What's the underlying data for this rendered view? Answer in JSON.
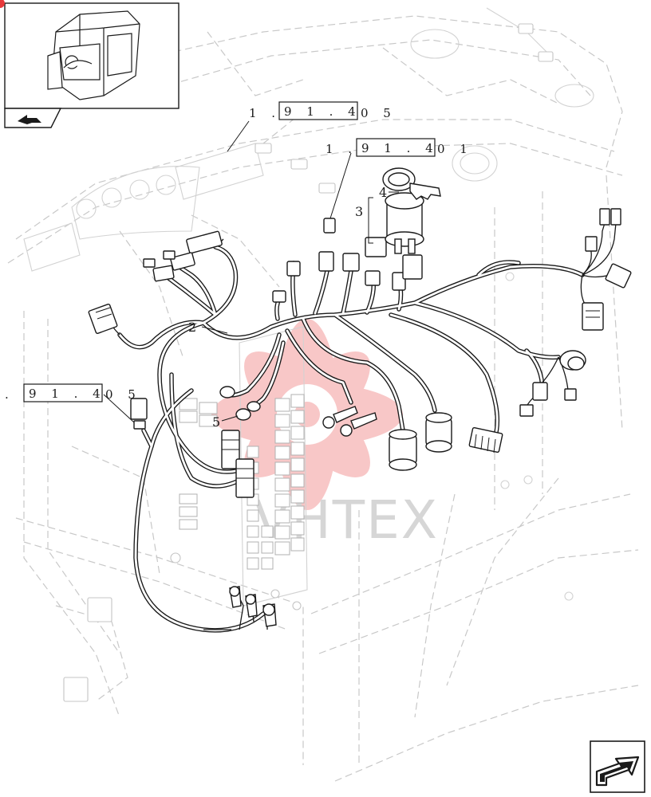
{
  "references": [
    {
      "id": "ref-1",
      "prefix": "1 .",
      "boxed": "9 1 . 4",
      "suffix": "0 5"
    },
    {
      "id": "ref-2",
      "prefix": "1 .",
      "boxed": "9 1 . 4",
      "suffix": "0 1"
    },
    {
      "id": "ref-3",
      "prefix": ".",
      "boxed": "9 1 . 4",
      "suffix": "0 5"
    }
  ],
  "callouts": [
    "2",
    "3",
    "4",
    "5"
  ],
  "watermark": {
    "text": "VHTEX"
  },
  "colors": {
    "line": "#1a1a1a",
    "ghost": "#c8c8c8",
    "watermark_red": "#e8393b"
  },
  "icons": {
    "thumbnail_nav": "arrow-back-icon",
    "next_page": "arrow-forward-icon"
  }
}
